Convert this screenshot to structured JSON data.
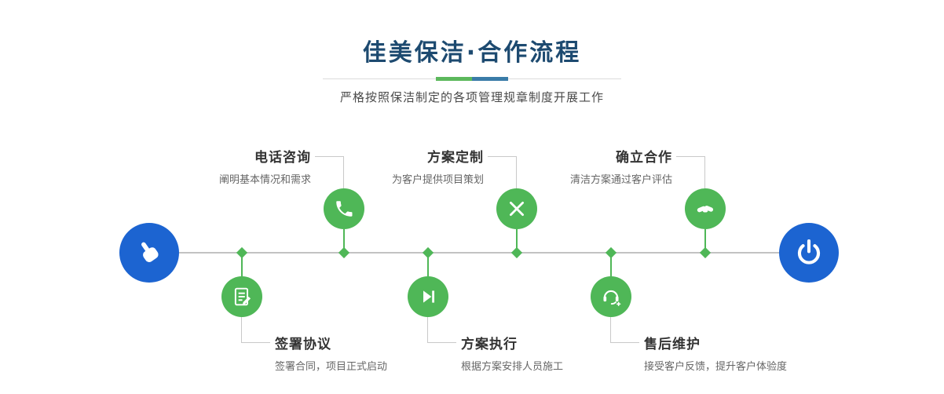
{
  "header": {
    "title": "佳美保洁·合作流程",
    "subtitle": "严格按照保洁制定的各项管理规章制度开展工作"
  },
  "colors": {
    "title_text": "#1d4a70",
    "step_green": "#4fb757",
    "node_blue": "#1c64d1",
    "accent_green": "#5cb85c",
    "accent_blue": "#3a7ca8"
  },
  "timeline": {
    "start_icon": "pointing-hand-icon",
    "end_icon": "power-icon",
    "steps_top": [
      {
        "title": "电话咨询",
        "desc": "阐明基本情况和需求",
        "icon": "phone-icon"
      },
      {
        "title": "方案定制",
        "desc": "为客户提供项目策划",
        "icon": "design-icon"
      },
      {
        "title": "确立合作",
        "desc": "清洁方案通过客户评估",
        "icon": "handshake-icon"
      }
    ],
    "steps_bottom": [
      {
        "title": "签署协议",
        "desc": "签署合同，项目正式启动",
        "icon": "contract-icon"
      },
      {
        "title": "方案执行",
        "desc": "根据方案安排人员施工",
        "icon": "play-icon"
      },
      {
        "title": "售后维护",
        "desc": "接受客户反馈，提升客户体验度",
        "icon": "headset-icon"
      }
    ]
  }
}
